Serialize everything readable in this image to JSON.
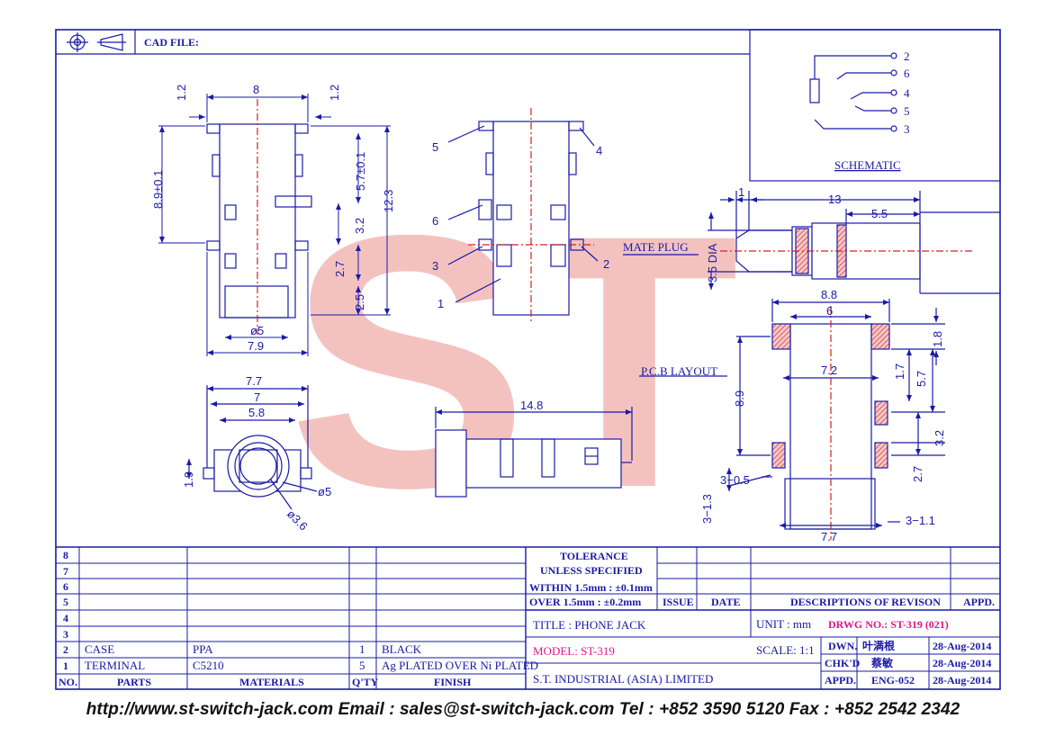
{
  "header": {
    "cad_file_label": "CAD FILE:"
  },
  "watermark": {
    "text": "ST"
  },
  "schematic": {
    "pins": [
      "2",
      "6",
      "4",
      "5",
      "3"
    ],
    "label": "SCHEMATIC"
  },
  "labels": {
    "mate_plug": "MATE PLUG",
    "pcb_layout": "P.C.B LAYOUT"
  },
  "dims": {
    "front_top_left": "1.2",
    "front_top_width": "8",
    "front_top_right": "1.2",
    "front_left_height": "8.9±0.1",
    "front_right_a": "5.7±0.1",
    "front_right_total": "12.3",
    "front_right_b": "3.2",
    "front_right_c": "2.7",
    "front_right_d": "2.5",
    "front_bottom_dia": "ø5",
    "front_bottom_width": "7.9",
    "end_w1": "7.7",
    "end_w2": "7",
    "end_w3": "5.8",
    "end_h": "1.9",
    "end_dia5": "ø5",
    "end_dia36": "ø3.6",
    "side_len": "14.8",
    "pin_labels": [
      "5",
      "4",
      "6",
      "3",
      "2",
      "1"
    ],
    "plug_1": "1",
    "plug_13": "13",
    "plug_55": "5.5",
    "plug_dia": "3.5 DIA",
    "pcb_88": "8.8",
    "pcb_6": "6",
    "pcb_18": "1.8",
    "pcb_72": "7.2",
    "pcb_17": "1.7",
    "pcb_57": "5.7",
    "pcb_89": "8.9",
    "pcb_32": "3.2",
    "pcb_27": "2.7",
    "pcb_305": "3−0.5",
    "pcb_313": "3−1.3",
    "pcb_311": "3−1.1",
    "pcb_77": "7.7"
  },
  "parts_table": {
    "rows": [
      {
        "no": "8",
        "parts": "",
        "materials": "",
        "qty": "",
        "finish": ""
      },
      {
        "no": "7",
        "parts": "",
        "materials": "",
        "qty": "",
        "finish": ""
      },
      {
        "no": "6",
        "parts": "",
        "materials": "",
        "qty": "",
        "finish": ""
      },
      {
        "no": "5",
        "parts": "",
        "materials": "",
        "qty": "",
        "finish": ""
      },
      {
        "no": "4",
        "parts": "",
        "materials": "",
        "qty": "",
        "finish": ""
      },
      {
        "no": "3",
        "parts": "",
        "materials": "",
        "qty": "",
        "finish": ""
      },
      {
        "no": "2",
        "parts": "CASE",
        "materials": "PPA",
        "qty": "1",
        "finish": "BLACK"
      },
      {
        "no": "1",
        "parts": "TERMINAL",
        "materials": "C5210",
        "qty": "5",
        "finish": "Ag PLATED OVER Ni PLATED"
      }
    ],
    "headers": {
      "no": "NO.",
      "parts": "PARTS",
      "materials": "MATERIALS",
      "qty": "Q'TY",
      "finish": "FINISH"
    }
  },
  "tolerance": {
    "title": "TOLERANCE",
    "subtitle": "UNLESS   SPECIFIED",
    "line1_a": "WITHIN  1.5mm  :  ±0.1mm",
    "line2_a": "OVER    1.5mm  :  ±0.2mm"
  },
  "revision": {
    "issue": "ISSUE",
    "date": "DATE",
    "desc": "DESCRIPTIONS  OF  REVISON",
    "appd": "APPD."
  },
  "title_block": {
    "title": "TITLE  :  PHONE  JACK",
    "unit_label": "UNIT  :    mm",
    "drwg_no": "DRWG NO.:  ST-319  (021)",
    "model": "MODEL:  ST-319",
    "scale": "SCALE:   1:1",
    "dwn_label": "DWN.",
    "dwn_name": "叶满根",
    "dwn_date": "28-Aug-2014",
    "chkd_label": "CHK'D",
    "chkd_name": "蔡敏",
    "chkd_date": "28-Aug-2014",
    "appd_label": "APPD.",
    "appd_name": "ENG-052",
    "appd_date": "28-Aug-2014",
    "company": "S.T.  INDUSTRIAL  (ASIA)  LIMITED"
  },
  "footer": {
    "text": "http://www.st-switch-jack.com  Email : sales@st-switch-jack.com  Tel : +852 3590 5120  Fax : +852 2542 2342"
  },
  "colors": {
    "line": "#1a1aa8",
    "accent": "#e0148c",
    "watermark": "#f2b8b4",
    "center": "#d22020"
  }
}
